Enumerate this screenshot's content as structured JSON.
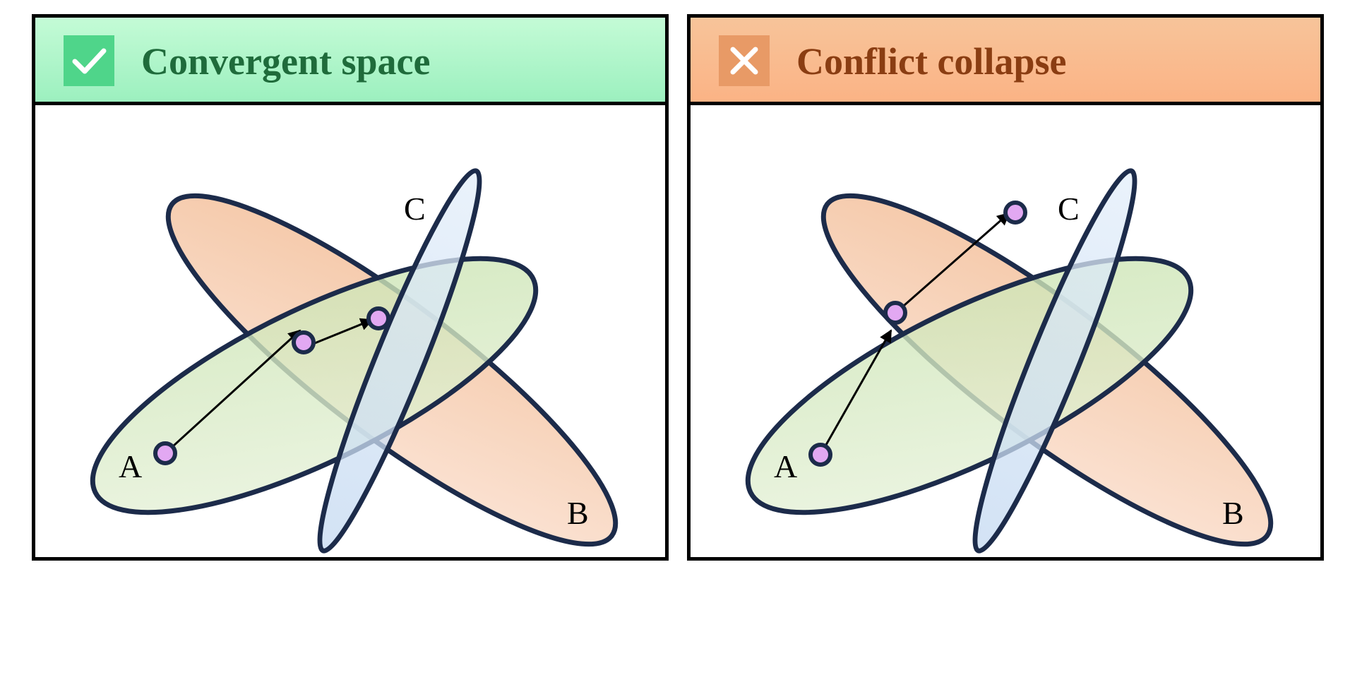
{
  "panels": [
    {
      "title": "Convergent space",
      "icon": "check-icon",
      "header_color": "#a6f3c6",
      "title_color": "#1f6b3b",
      "labels": {
        "a": "A",
        "b": "B",
        "c": "C"
      }
    },
    {
      "title": "Conflict collapse",
      "icon": "cross-icon",
      "header_color": "#f9b98b",
      "title_color": "#8a3d12",
      "labels": {
        "a": "A",
        "b": "B",
        "c": "C"
      }
    }
  ],
  "colors": {
    "outline": "#1c2b4a",
    "set_a": "#d4e8bf",
    "set_b": "#f4c3a0",
    "set_c": "#cfe0f3",
    "point": "#e2a8f2"
  }
}
